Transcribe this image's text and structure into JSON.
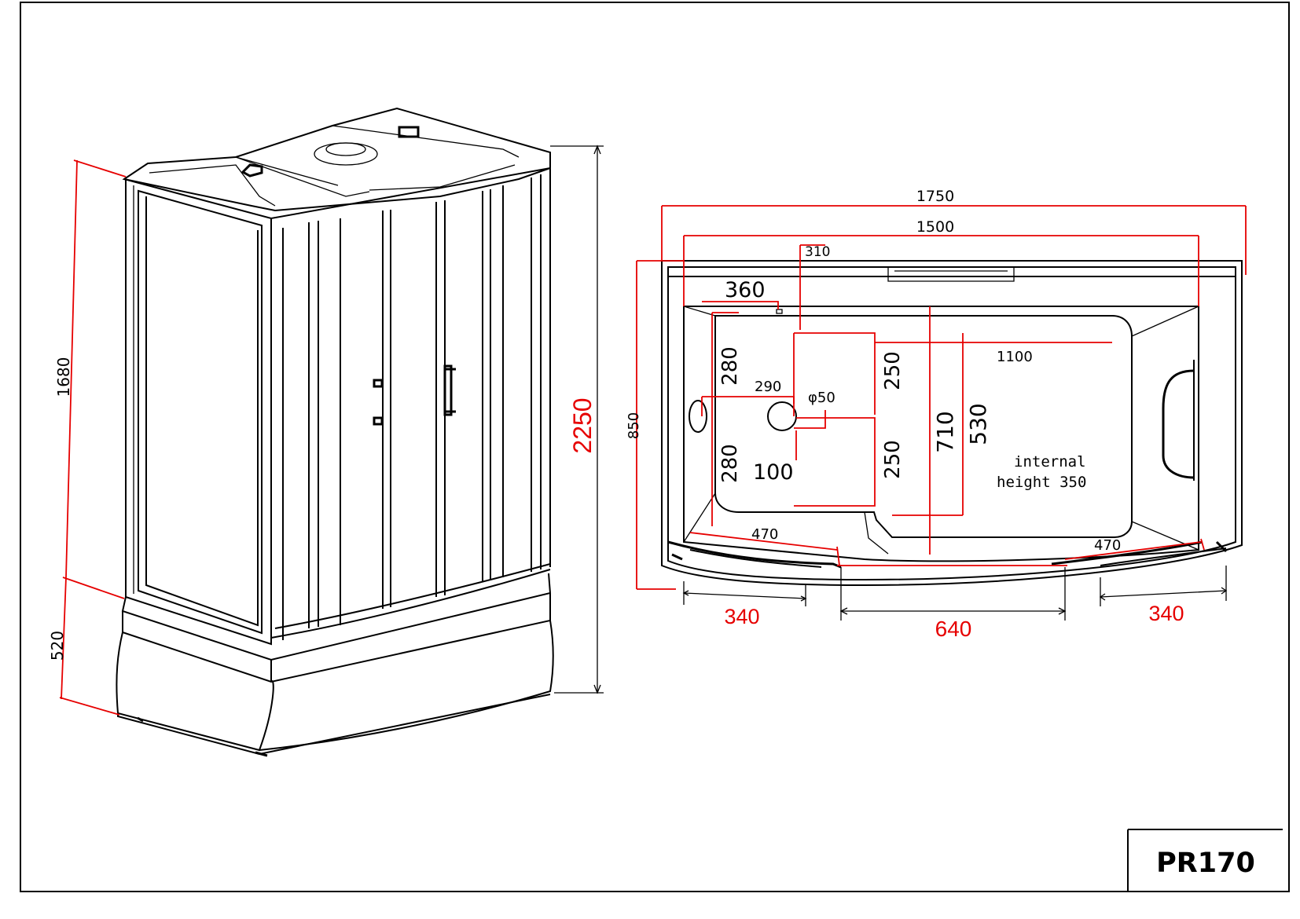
{
  "drawing": {
    "model": "PR170",
    "side_view": {
      "dims": {
        "upper_height": "1680",
        "base_height": "520",
        "total_height": "2250"
      }
    },
    "plan_view": {
      "dims": {
        "overall_width": "1750",
        "inner_width": "1500",
        "top_offset": "310",
        "left_offset": "360",
        "depth": "850",
        "seat_upper": "280",
        "seat_lower": "280",
        "to_drain_x": "290",
        "drain_dia": "φ50",
        "drain_from_bottom": "100",
        "drain_upper": "250",
        "drain_lower": "250",
        "basin_length": "1100",
        "inner_depth_710": "710",
        "inner_depth_530": "530",
        "front_left_470": "470",
        "front_right_470": "470",
        "bottom_left_340": "340",
        "door_640": "640",
        "bottom_right_340": "340"
      },
      "note_line1": "internal",
      "note_line2": "height 350"
    },
    "colors": {
      "dimension": "#e60000",
      "line": "#000000"
    }
  }
}
